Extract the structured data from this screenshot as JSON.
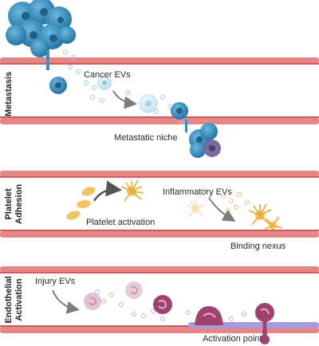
{
  "panels": {
    "metastasis": {
      "title": "Metastasis",
      "labels": {
        "cancer_evs": "Cancer EVs",
        "metastatic_niche": "Metastatic niche"
      }
    },
    "platelet": {
      "title_line1": "Platelet",
      "title_line2": "Adhesion",
      "labels": {
        "platelet_activation": "Platelet activation",
        "inflammatory_evs": "Inflammatory EVs",
        "binding_nexus": "Binding nexus"
      }
    },
    "endothelial": {
      "title_line1": "Endothelial",
      "title_line2": "Activation",
      "labels": {
        "injury_evs": "Injury EVs",
        "activation_point": "Activation point"
      }
    }
  },
  "colors": {
    "vessel_wall": "#e88585",
    "vessel_wall_dark": "#c85d62",
    "vessel_lumen": "#ffffff",
    "tumor_cell": "#3a8fc0",
    "tumor_cell_dark": "#1f5f89",
    "cancer_ev": "#bfe0ef",
    "platelet": "#f1c562",
    "activated_platelet": "#e8a932",
    "leukocyte": "#a0416f",
    "leukocyte_light": "#e2c3d6",
    "activated_endothelium": "#a89ad8",
    "arrow": "#7d7d7d"
  }
}
